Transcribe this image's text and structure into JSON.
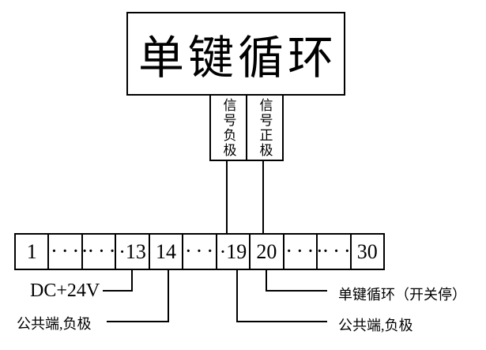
{
  "diagram": {
    "title_box": {
      "label": "单键循环"
    },
    "signal_boxes": {
      "negative": "信号负极",
      "positive": "信号正极"
    },
    "terminal_strip": {
      "cells": [
        "1",
        "· · ·",
        "·· · ·",
        "·13",
        "14",
        "· · ·",
        "·19",
        "20",
        "· · ·",
        "·· · ·",
        "30"
      ]
    },
    "labels": {
      "power": "DC+24V",
      "common_left": "公共端,负极",
      "single_key_cycle": "单键循环（开关停）",
      "common_right": "公共端,负极"
    },
    "colors": {
      "line": "#000000",
      "background": "#ffffff"
    }
  }
}
